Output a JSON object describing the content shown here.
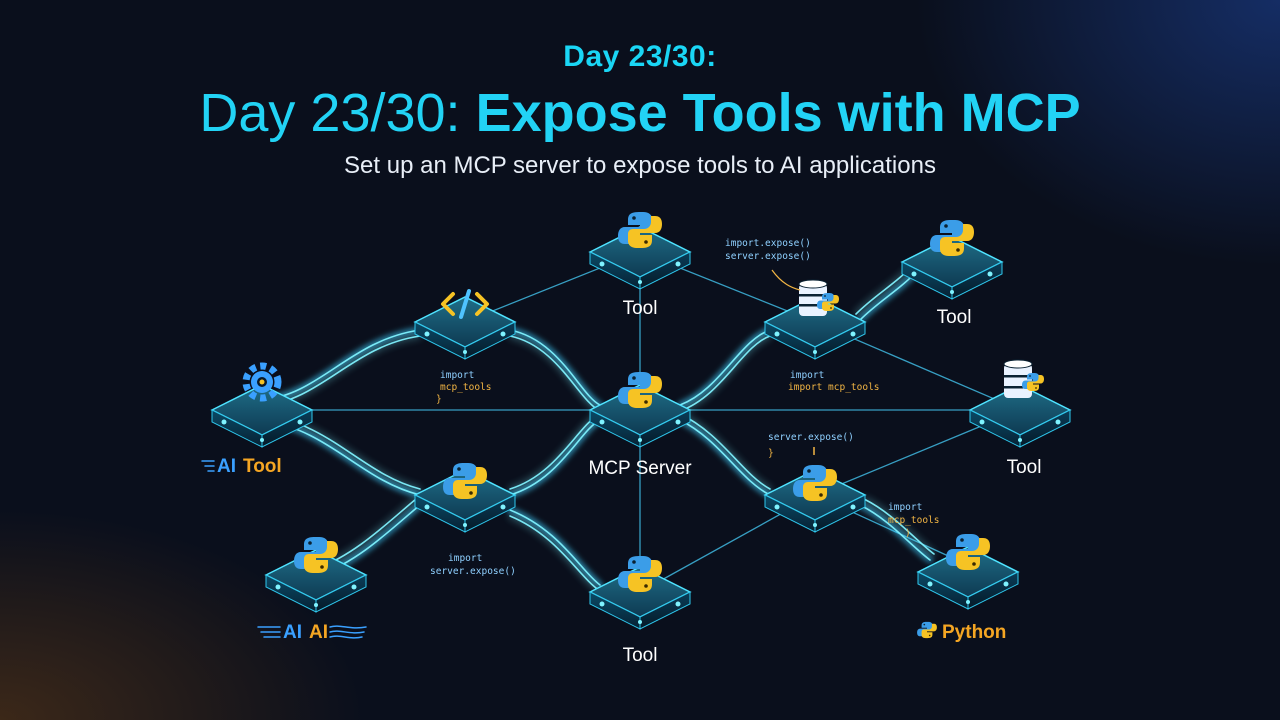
{
  "header": {
    "kicker": "Day 23/30:",
    "title_prefix": "Day 23/30:",
    "title_main": "Expose Tools with MCP",
    "subtitle": "Set up an MCP server to expose tools to AI applications"
  },
  "nodes": {
    "tool_top": {
      "label": "Tool",
      "icon": "python-icon"
    },
    "tool_top_right": {
      "label": "Tool",
      "icon": "python-icon"
    },
    "tool_right": {
      "label": "Tool",
      "icon": "database-python-icon"
    },
    "tool_bottom": {
      "label": "Tool",
      "icon": "python-icon"
    },
    "mcp_server": {
      "label": "MCP Server",
      "icon": "python-icon"
    },
    "ai_tool": {
      "label_ai": "AI",
      "label_tool": "Tool",
      "icon": "gear-icon"
    },
    "ai_ai": {
      "label_ai": "AI",
      "label_ai2": "AI",
      "icon": "python-icon"
    },
    "python": {
      "label": "Python",
      "icon": "python-icon"
    },
    "code_node": {
      "icon": "code-brackets-icon"
    },
    "db_node": {
      "icon": "database-python-icon"
    },
    "left_mid": {
      "icon": "python-icon"
    },
    "right_mid": {
      "icon": "python-icon"
    }
  },
  "code_snippets": {
    "top_right": [
      "import.expose()",
      "server.expose()"
    ],
    "left_center": [
      "import",
      "mcp_tools",
      "}"
    ],
    "right_center": [
      "import",
      "import mcp_tools"
    ],
    "mid_right": [
      "server.expose()",
      "}"
    ],
    "bottom_left": [
      "import",
      "server.expose()"
    ],
    "bottom_right": [
      "import",
      "mcp_tools",
      ")"
    ]
  },
  "colors": {
    "accent": "#22d3f5",
    "glow": "#17b8ff",
    "python_blue": "#3b9de8",
    "python_yellow": "#f6c324",
    "orange": "#f5a623",
    "background": "#0a0f1c"
  }
}
